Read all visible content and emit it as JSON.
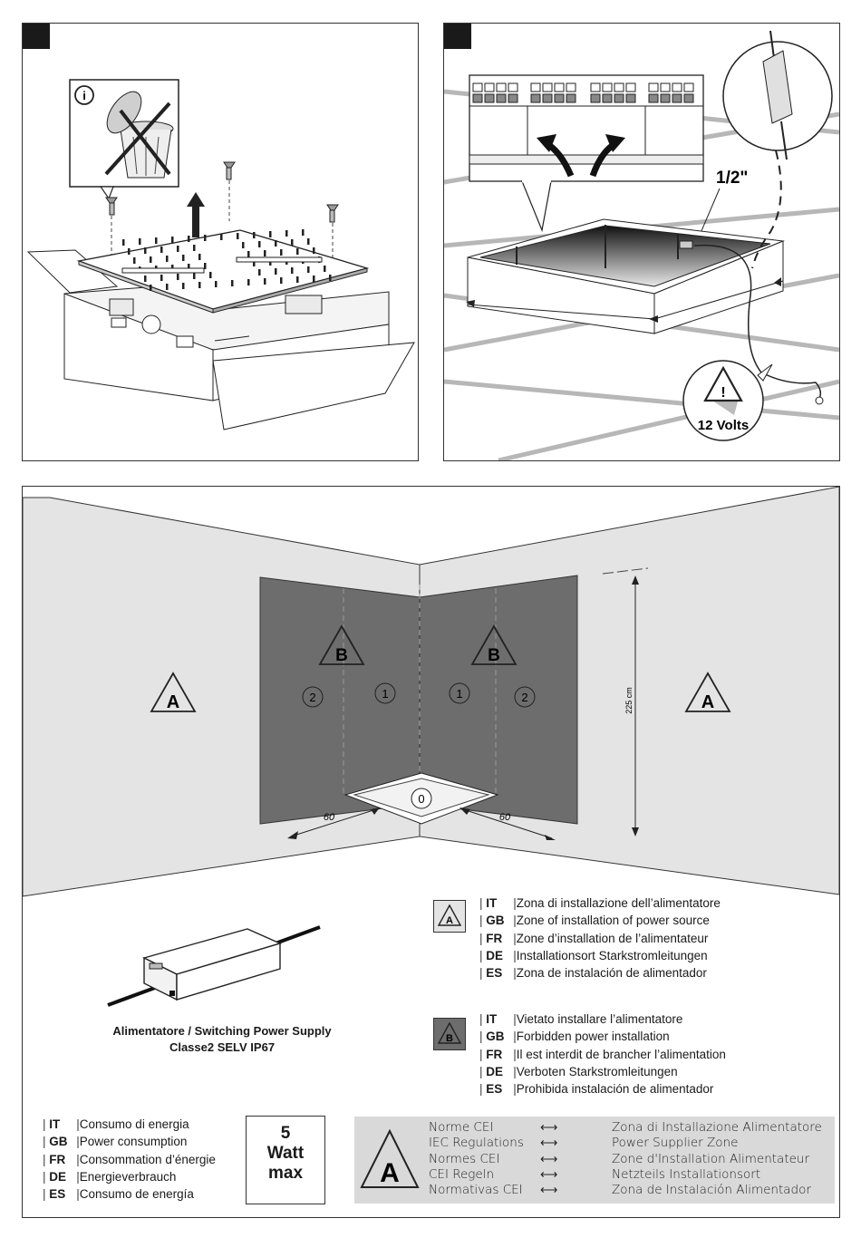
{
  "panel2": {
    "size_label": "1/2\"",
    "voltage_label": "12 Volts"
  },
  "room": {
    "zone_a": "A",
    "zone_b": "B",
    "zone_0": "0",
    "zone_1": "1",
    "zone_2": "2",
    "height_label": "225 cm",
    "depth_left": "60",
    "depth_right": "60"
  },
  "power_supply": {
    "caption_line1": "Alimentatore / Switching Power Supply",
    "caption_line2": "Classe2  SELV IP67"
  },
  "legend_a": {
    "icon": "A",
    "rows": [
      {
        "code": "IT",
        "text": "Zona di installazione dell’alimentatore"
      },
      {
        "code": "GB",
        "text": "Zone of installation of power source"
      },
      {
        "code": "FR",
        "text": "Zone d’installation de l’alimentateur"
      },
      {
        "code": "DE",
        "text": "Installationsort Starkstromleitungen"
      },
      {
        "code": "ES",
        "text": "Zona de instalación de alimentador"
      }
    ]
  },
  "legend_b": {
    "icon": "B",
    "rows": [
      {
        "code": "IT",
        "text": "Vietato installare l’alimentatore"
      },
      {
        "code": "GB",
        "text": "Forbidden power installation"
      },
      {
        "code": "FR",
        "text": "Il est interdit de brancher l’alimentation"
      },
      {
        "code": "DE",
        "text": "Verboten Starkstromleitungen"
      },
      {
        "code": "ES",
        "text": "Prohibida instalación de alimentador"
      }
    ]
  },
  "consumption": {
    "rows": [
      {
        "code": "IT",
        "text": "Consumo di energia"
      },
      {
        "code": "GB",
        "text": "Power consumption"
      },
      {
        "code": "FR",
        "text": "Consommation d’énergie"
      },
      {
        "code": "DE",
        "text": "Energieverbrauch"
      },
      {
        "code": "ES",
        "text": "Consumo de energía"
      }
    ],
    "value_line1": "5",
    "value_line2": "Watt",
    "value_line3": "max"
  },
  "norms": {
    "icon": "A",
    "arrow": "⟷",
    "rows": [
      {
        "left": "Norme CEI",
        "right": "Zona di Installazione Alimentatore"
      },
      {
        "left": "IEC Regulations",
        "right": "Power Supplier Zone"
      },
      {
        "left": "Normes CEI",
        "right": "Zone d'Installation Alimentateur"
      },
      {
        "left": "CEI Regeln",
        "right": "Netzteils Installationsort"
      },
      {
        "left": "Normativas CEI",
        "right": "Zona de Instalación Alimentador"
      }
    ]
  }
}
